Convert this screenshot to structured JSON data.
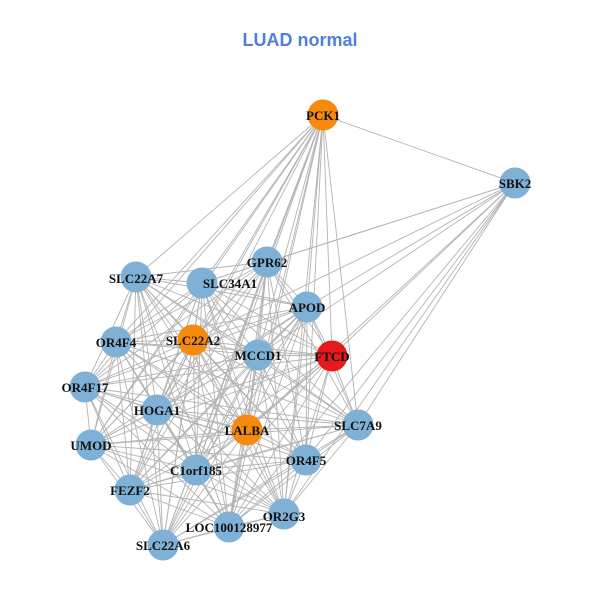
{
  "graph": {
    "title": "LUAD normal",
    "colors": {
      "default": "#7fb0d6",
      "highlight": "#f58a0d",
      "hub": "#e41a1c",
      "edge": "#b3b3b3",
      "title": "#4f7fe0"
    },
    "nodes": [
      {
        "id": "PCK1",
        "label": "PCK1",
        "color": "highlight"
      },
      {
        "id": "SBK2",
        "label": "SBK2",
        "color": "default"
      },
      {
        "id": "GPR62",
        "label": "GPR62",
        "color": "default"
      },
      {
        "id": "SLC22A7",
        "label": "SLC22A7",
        "color": "default"
      },
      {
        "id": "SLC34A1",
        "label": "SLC34A1",
        "color": "default"
      },
      {
        "id": "APOD",
        "label": "APOD",
        "color": "default"
      },
      {
        "id": "OR4F4",
        "label": "OR4F4",
        "color": "default"
      },
      {
        "id": "SLC22A2",
        "label": "SLC22A2",
        "color": "highlight"
      },
      {
        "id": "MCCD1",
        "label": "MCCD1",
        "color": "default"
      },
      {
        "id": "FTCD",
        "label": "FTCD",
        "color": "hub"
      },
      {
        "id": "OR4F17",
        "label": "OR4F17",
        "color": "default"
      },
      {
        "id": "HOGA1",
        "label": "HOGA1",
        "color": "default"
      },
      {
        "id": "LALBA",
        "label": "LALBA",
        "color": "highlight"
      },
      {
        "id": "SLC7A9",
        "label": "SLC7A9",
        "color": "default"
      },
      {
        "id": "UMOD",
        "label": "UMOD",
        "color": "default"
      },
      {
        "id": "OR4F5",
        "label": "OR4F5",
        "color": "default"
      },
      {
        "id": "C1orf185",
        "label": "C1orf185",
        "color": "default"
      },
      {
        "id": "FEZF2",
        "label": "FEZF2",
        "color": "default"
      },
      {
        "id": "OR2G3",
        "label": "OR2G3",
        "color": "default"
      },
      {
        "id": "LOC100128977",
        "label": "LOC100128977",
        "color": "default"
      },
      {
        "id": "SLC22A6",
        "label": "SLC22A6",
        "color": "default"
      }
    ]
  }
}
